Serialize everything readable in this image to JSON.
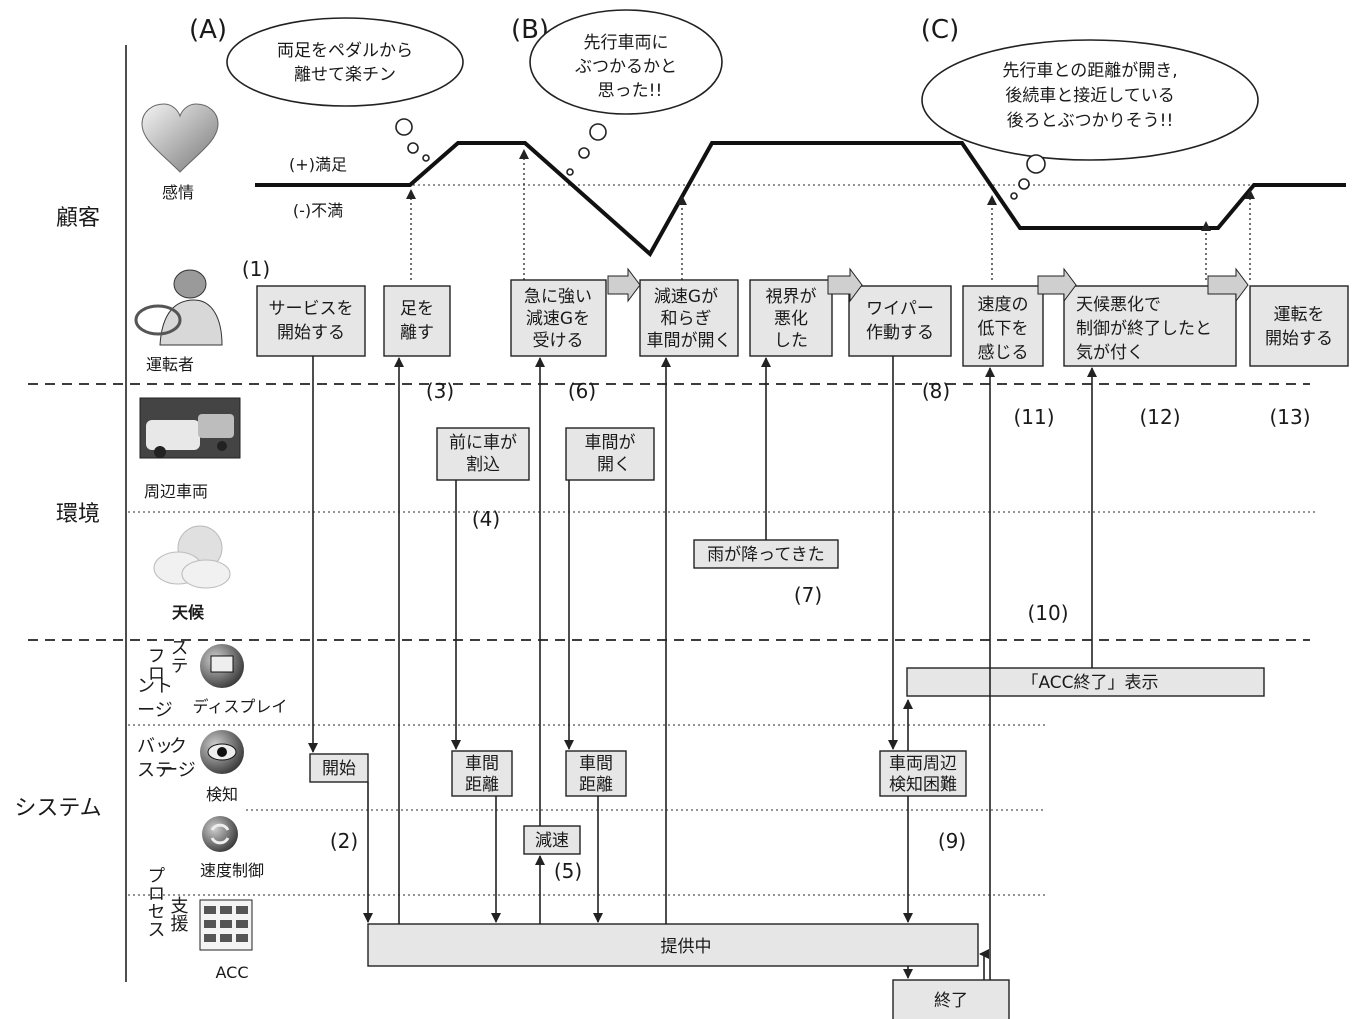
{
  "phases": {
    "a": "(A)",
    "b": "(B)",
    "c": "(C)"
  },
  "lanes": {
    "customer": "顧客",
    "environment": "環境",
    "system": "システム"
  },
  "rows": {
    "emotion": "感情",
    "satisfied": "(+)満足",
    "unsatisfied": "(-)不満",
    "driver": "運転者",
    "surrounding": "周辺車両",
    "weather": "天候",
    "front_stage": [
      "フロ",
      "ステ",
      "ント",
      "ージ"
    ],
    "display": "ディスプレイ",
    "back_stage": [
      "バッ",
      "ステ",
      "ク",
      "ージ"
    ],
    "detection": "検知",
    "speed_control": "速度制御",
    "support_process": [
      "支援",
      "プロセス"
    ],
    "acc": "ACC"
  },
  "thoughts": {
    "a": [
      "両足をペダルから",
      "離せて楽チン"
    ],
    "b": [
      "先行車両に",
      "ぶつかるかと",
      "思った!!"
    ],
    "c": [
      "先行車との距離が開き,",
      "後続車と接近している",
      "後ろとぶつかりそう!!"
    ]
  },
  "driver_actions": {
    "start_service": [
      "サービスを",
      "開始する"
    ],
    "release_feet": [
      "足を",
      "離す"
    ],
    "strong_decel": [
      "急に強い",
      "減速Gを",
      "受ける"
    ],
    "decel_eases": [
      "減速Gが",
      "和らぎ",
      "車間が開く"
    ],
    "vision_worse": [
      "視界が",
      "悪化",
      "した"
    ],
    "wiper": [
      "ワイパー",
      "作動する"
    ],
    "speed_drop": [
      "速度の",
      "低下を",
      "感じる"
    ],
    "control_ended": [
      "天候悪化で",
      "制御が終了したと",
      "気が付く"
    ],
    "start_driving": [
      "運転を",
      "開始する"
    ]
  },
  "environment": {
    "cut_in": [
      "前に車が",
      "割込"
    ],
    "gap_opens": [
      "車間が",
      "開く"
    ],
    "rain": "雨が降ってきた"
  },
  "system": {
    "acc_end_display": "「ACC終了」表示",
    "start": "開始",
    "distance_1": [
      "車間",
      "距離"
    ],
    "distance_2": [
      "車間",
      "距離"
    ],
    "detect_difficult": [
      "車両周辺",
      "検知困難"
    ],
    "decelerate": "減速",
    "providing": "提供中",
    "end": "終了"
  },
  "steps": {
    "s1": "(1)",
    "s2": "(2)",
    "s3": "(3)",
    "s4": "(4)",
    "s5": "(5)",
    "s6": "(6)",
    "s7": "(7)",
    "s8": "(8)",
    "s9": "(9)",
    "s10": "(10)",
    "s11": "(11)",
    "s12": "(12)",
    "s13": "(13)"
  },
  "icons": [
    "heart-icon",
    "driver-icon",
    "car-scene-icon",
    "weather-icon",
    "display-icon",
    "eye-icon",
    "speed-control-icon",
    "acc-icon"
  ]
}
